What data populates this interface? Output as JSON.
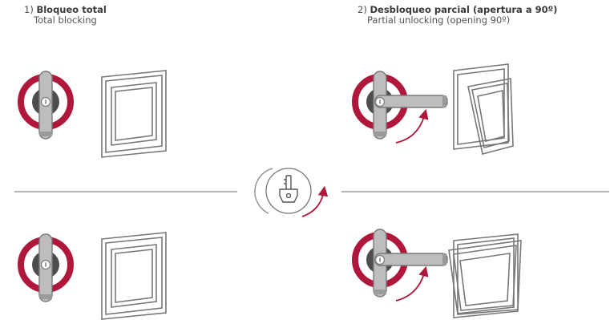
{
  "captions": [
    {
      "number": "1)",
      "title_es": "Bloqueo total",
      "title_en": "Total blocking"
    },
    {
      "number": "2)",
      "title_es": "Desbloqueo parcial (apertura a 90º)",
      "title_en": "Partial unlocking (opening 90º)"
    }
  ],
  "colors": {
    "ring": "#b0183b",
    "handle_fill": "#bdbdbd",
    "handle_stroke": "#7a7a7a",
    "line": "#6b6b6b",
    "frame": "#777777",
    "rosette": "#4d4d4d"
  },
  "icons": {
    "handle": "window-handle-icon",
    "window_closed": "window-closed-icon",
    "window_open": "window-side-open-icon",
    "window_tilt": "window-tilt-open-icon",
    "key": "key-rotate-icon",
    "rotation_arrow": "rotation-arrow-icon"
  }
}
